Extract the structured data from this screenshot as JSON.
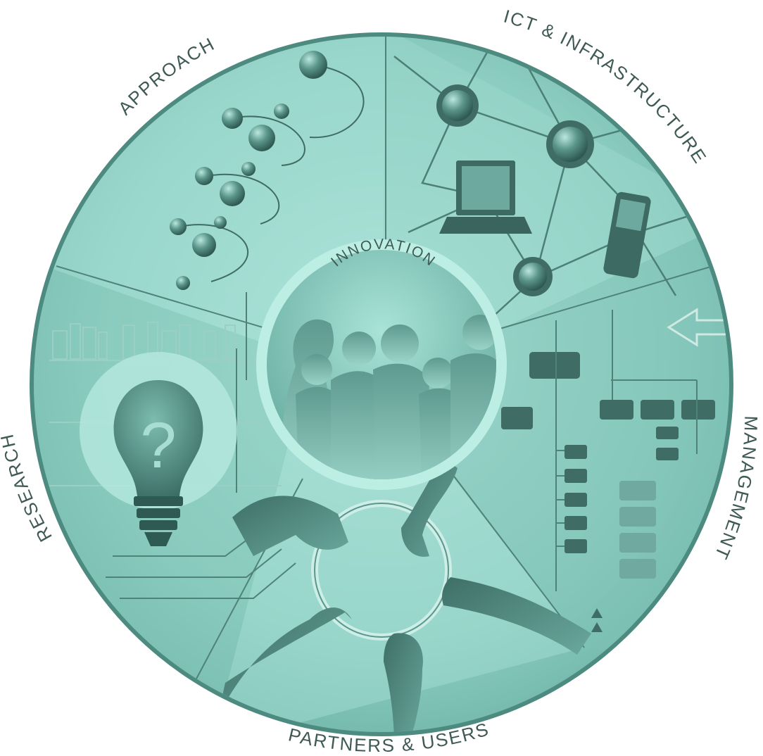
{
  "segments": {
    "approach": "APPROACH",
    "ict": "ICT & INFRASTRUCTURE",
    "management": "MANAGEMENT",
    "partners": "PARTNERS & USERS",
    "research": "RESEARCH"
  },
  "center": {
    "label": "INNOVATION"
  },
  "bulb": {
    "symbol": "?"
  },
  "colors": {
    "base": "#8fd0c4",
    "light": "#b3e6dc",
    "dark": "#3d6e66",
    "rim": "#4f8a80",
    "text": "#3f5a55"
  }
}
